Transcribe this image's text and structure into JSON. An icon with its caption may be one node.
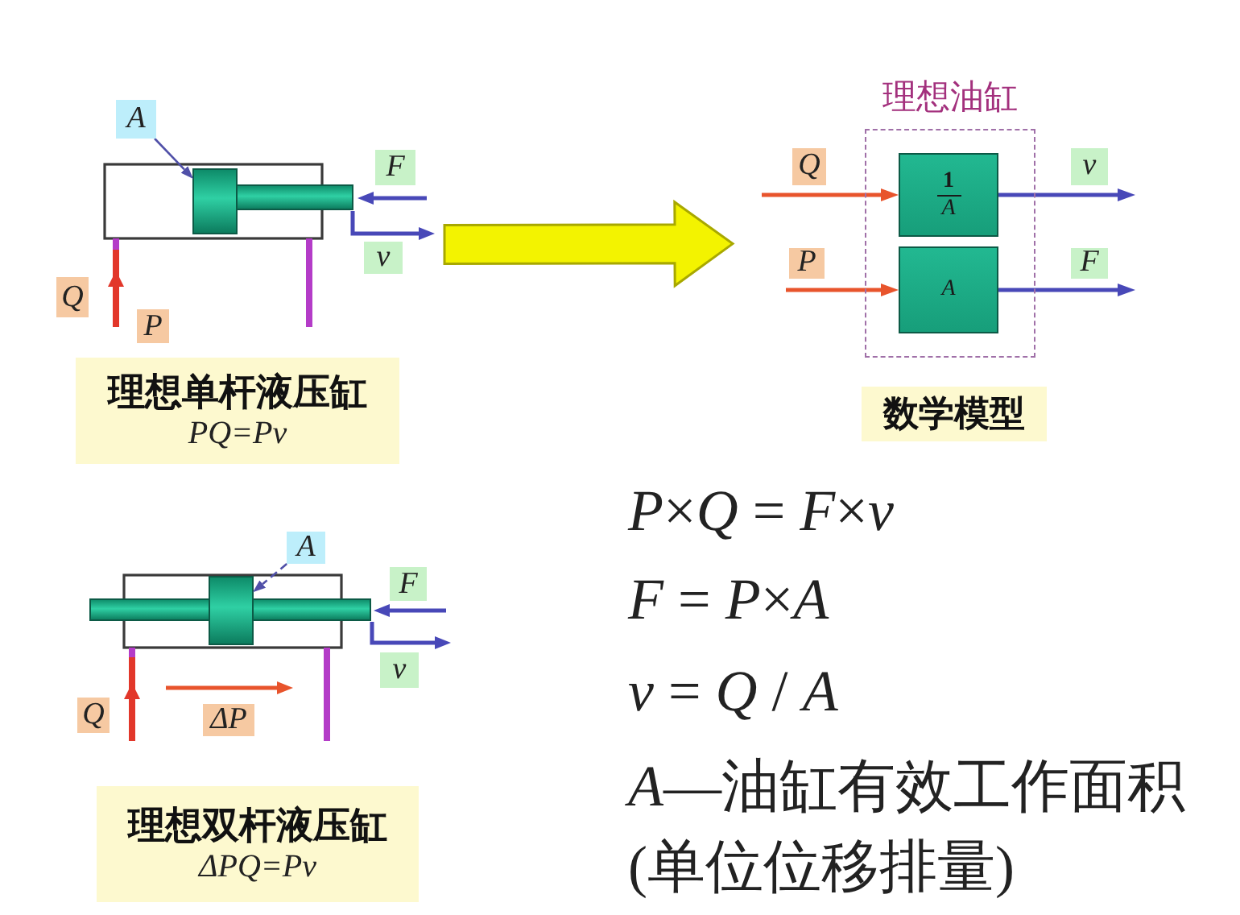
{
  "diagram": {
    "nodes": [
      {
        "text": [],
        "shape": "picture"
      },
      {
        "text": [
          "A"
        ]
      },
      {
        "text": [],
        "shape": "box",
        "in": 0
      },
      {
        "text": [
          "理想单杆液压缸",
          "PQ=Pv"
        ]
      },
      {
        "text": [
          "理想油缸"
        ]
      },
      {
        "text": [
          "1",
          "A"
        ],
        "in": 4
      },
      {
        "text": [
          "A"
        ],
        "in": 4
      },
      {
        "text": [
          "数学模型"
        ]
      },
      {
        "text": [],
        "shape": "picture"
      },
      {
        "text": [
          "A"
        ]
      },
      {
        "text": [],
        "shape": "box",
        "in": 8
      },
      {
        "text": [
          "理想双杆液压缸",
          "ΔPQ=Pv"
        ]
      }
    ],
    "edges": [
      {
        "from": 1,
        "to": 2,
        "arrow": "to"
      },
      {
        "from": 0,
        "to": 4,
        "arrow": "to",
        "style": "thick",
        "color": "#f3f300"
      },
      {
        "from": null,
        "to": 5,
        "arrow": "to",
        "label": "Q",
        "color": "#e8542c"
      },
      {
        "from": 5,
        "to": null,
        "arrow": "to",
        "label": "v",
        "color": "#4848b8"
      },
      {
        "from": null,
        "to": 6,
        "arrow": "to",
        "label": "P",
        "color": "#e8542c"
      },
      {
        "from": 6,
        "to": null,
        "arrow": "to",
        "label": "F",
        "color": "#4848b8"
      },
      {
        "from": 9,
        "to": 10,
        "arrow": "to",
        "style": "dashed"
      }
    ],
    "labels": [
      "F",
      "v",
      "Q",
      "P",
      "F",
      "v",
      "Q",
      "ΔP",
      "*P*×*Q* = *F*×*v*",
      "*F* = *P*×*A*",
      "*v* = *Q* / *A*",
      "*A*—油缸有效工作面积",
      "(单位位移排量)"
    ]
  }
}
